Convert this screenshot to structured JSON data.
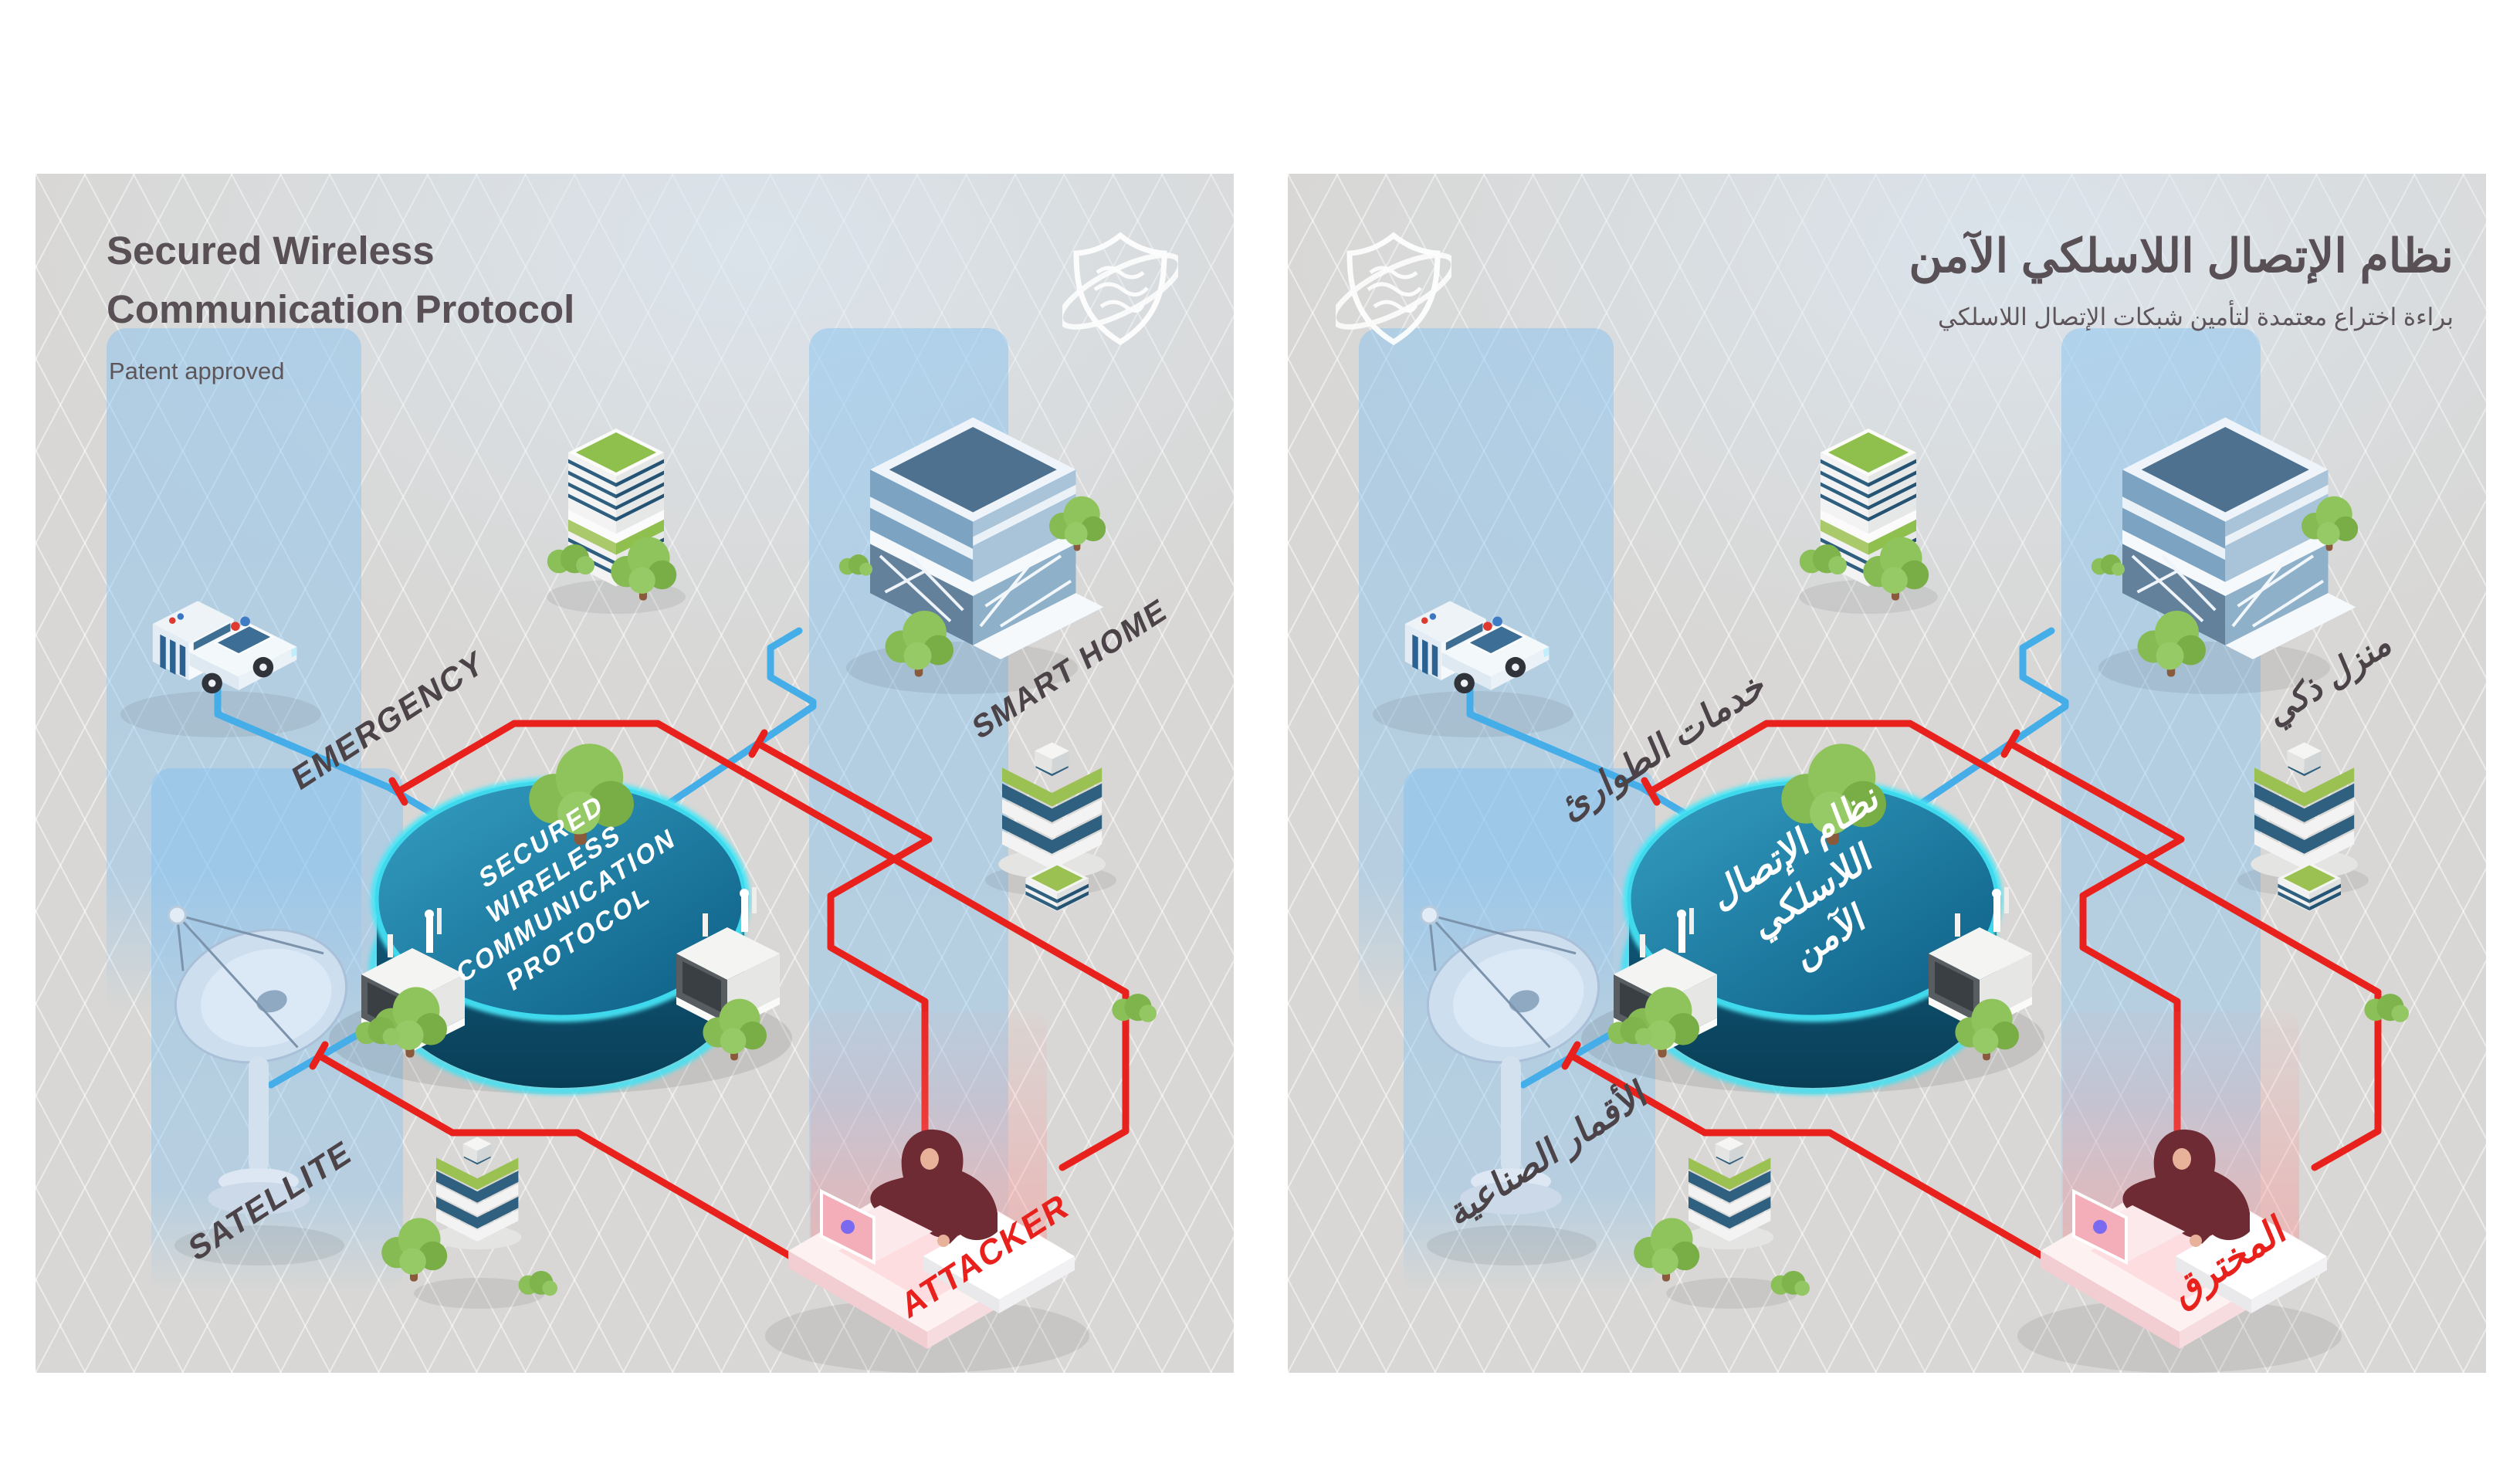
{
  "panels": {
    "en": {
      "name": "english-infographic-panel",
      "title_line1": "Secured Wireless",
      "title_line2": "Communication Protocol",
      "subtitle": "Patent approved",
      "disc_lines": [
        "SECURED",
        "WIRELESS",
        "COMMUNICATION",
        "PROTOCOL"
      ],
      "labels": {
        "emergency": "EMERGENCY",
        "smart_home": "SMART HOME",
        "satellite": "SATELLITE",
        "attacker": "ATTACKER"
      }
    },
    "ar": {
      "name": "arabic-infographic-panel",
      "title": "نظام الإتصال اللاسلكي الآمن",
      "subtitle": "براءة اختراع معتمدة لتأمين شبكات الإتصال اللاسلكي",
      "disc_lines": [
        "نظام الإتصال",
        "اللاسلكي",
        "الآمن"
      ],
      "labels": {
        "emergency": "خدمات الطوارئ",
        "smart_home": "منزل ذكي",
        "satellite": "الأقمار الصناعية",
        "attacker": "المخترق"
      }
    }
  },
  "icons": {
    "logo": "security-shield-orbit-logo"
  },
  "colors": {
    "background": "#d8d7d5",
    "disc": "#0e6286",
    "disc_glow": "#3fe2f4",
    "line_secure": "#45aee8",
    "line_attack": "#e8211d",
    "label": "#4b4347",
    "attacker_label": "#e8211d",
    "title": "#595056"
  }
}
